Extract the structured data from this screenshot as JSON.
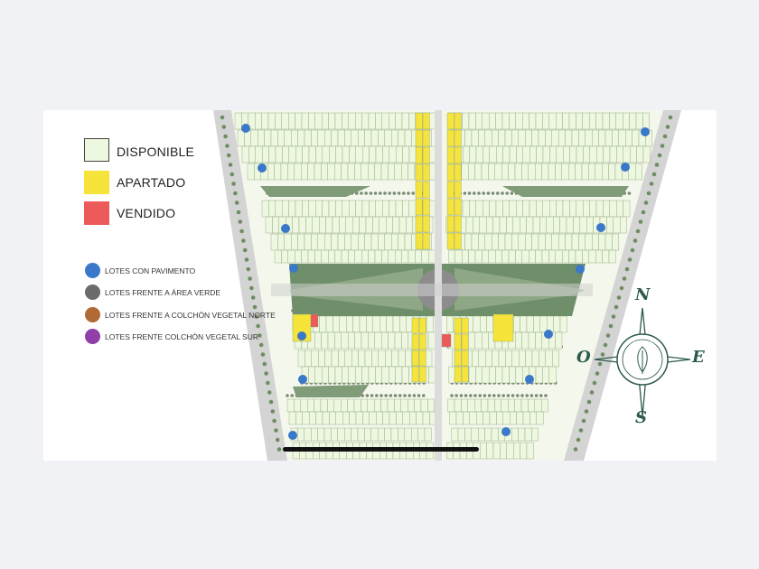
{
  "legend": {
    "status": [
      {
        "label": "DISPONIBLE",
        "color": "#eef7df"
      },
      {
        "label": "APARTADO",
        "color": "#f7e43a"
      },
      {
        "label": "VENDIDO",
        "color": "#ec5a5a"
      }
    ],
    "categories": [
      {
        "label": "LOTES CON PAVIMENTO",
        "color": "#3a78c9"
      },
      {
        "label": "LOTES FRENTE A ÁREA VERDE",
        "color": "#6b6b6b"
      },
      {
        "label": "LOTES FRENTE A COLCHÓN VEGETAL NORTE",
        "color": "#b06a35"
      },
      {
        "label": "LOTES FRENTE COLCHÓN VEGETAL SUR",
        "color": "#8f3fa7"
      }
    ]
  },
  "compass": {
    "north": "N",
    "south": "S",
    "east": "E",
    "west": "O"
  },
  "colors": {
    "lot_available": "#eef7df",
    "lot_reserved": "#f7e43a",
    "lot_sold": "#ec5a5a",
    "road": "#d9d9d9",
    "green_area": "#6f8f6a",
    "compass": "#2c5b4a"
  }
}
